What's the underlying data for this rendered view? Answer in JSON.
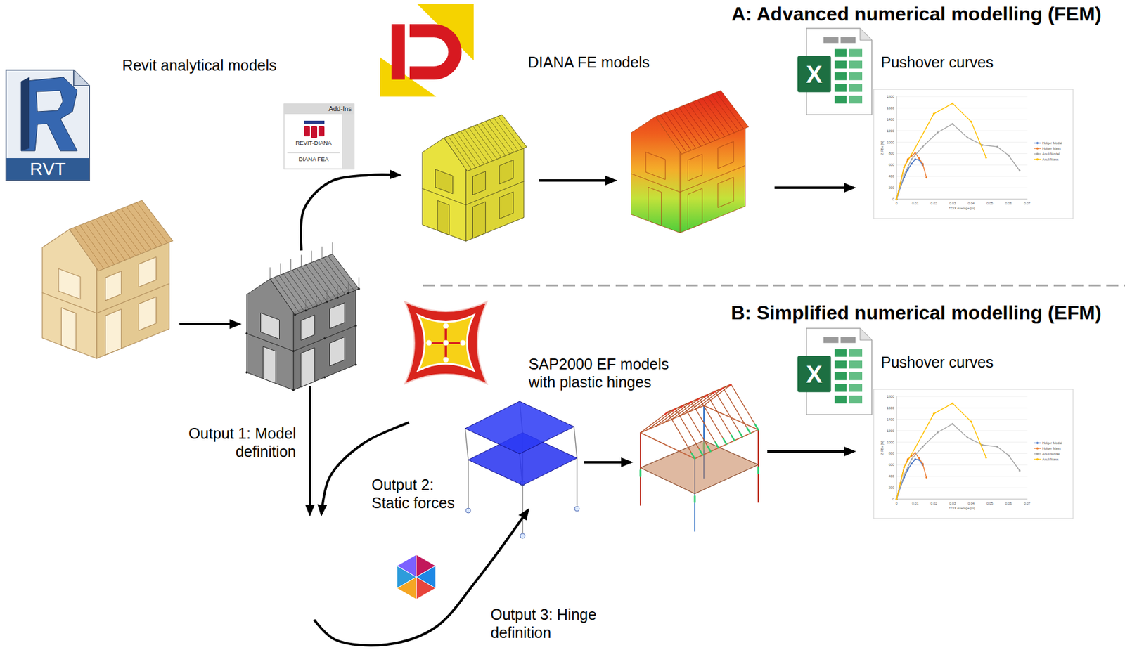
{
  "diagram": {
    "nodes": [
      {
        "text": [
          "Revit analytical models"
        ]
      },
      {
        "text": [
          "DIANA FE models"
        ]
      },
      {
        "text": [
          "Pushover curves"
        ]
      },
      {
        "text": [
          "SAP2000 EF models with plastic hinges"
        ]
      },
      {
        "text": [
          "Pushover curves"
        ]
      },
      {
        "text": [
          "X"
        ]
      }
    ],
    "edges": [
      {
        "from": 0,
        "to": 1,
        "arrow": "to"
      },
      {
        "from": 1,
        "to": 2,
        "arrow": "to"
      },
      {
        "from": 3,
        "to": 4,
        "arrow": "to"
      },
      {
        "from": 0,
        "to": 5,
        "label": "Output 1: Model definition",
        "arrow": "to"
      },
      {
        "from": 3,
        "to": 5,
        "label": "Output 2: Static forces",
        "arrow": "to"
      },
      {
        "from": 5,
        "to": 3,
        "label": "Output 3: Hinge definition",
        "arrow": "to"
      }
    ],
    "labels": [
      "A: Advanced numerical modelling (FEM)",
      "RVT",
      "Add-Ins",
      "REVIT-DIANA",
      "DIANA FEA",
      "X",
      "1800",
      "1600",
      "1400",
      "1200",
      "1000",
      "800",
      "600",
      "400",
      "200",
      "0",
      "0",
      "0.01",
      "0.02",
      "0.03",
      "0.04",
      "0.05",
      "0.06",
      "0.07",
      "TDtX Average [m]",
      "Z FBx [N]",
      "B: Simplified numerical modelling (EFM)",
      "X",
      "1800",
      "1600",
      "1400",
      "1200",
      "1000",
      "800",
      "600",
      "400",
      "200",
      "0",
      "0",
      "0.01",
      "0.02",
      "0.03",
      "0.04",
      "0.05",
      "0.06",
      "0.07",
      "TDtX Average [m]",
      "Z FBx [N]"
    ],
    "legend": [
      {
        "text": "Holger Modal",
        "color": "#4472c4"
      },
      {
        "text": "Holger Mass",
        "color": "#ed7d31"
      },
      {
        "text": "Anuli Modal",
        "color": "#a5a5a5"
      },
      {
        "text": "Anuli Mass",
        "color": "#ffc000"
      },
      {
        "text": "Holger Modal",
        "color": "#4472c4"
      },
      {
        "text": "Holger Mass",
        "color": "#ed7d31"
      },
      {
        "text": "Anuli Modal",
        "color": "#a5a5a5"
      },
      {
        "text": "Anuli Mass",
        "color": "#ffc000"
      }
    ]
  }
}
